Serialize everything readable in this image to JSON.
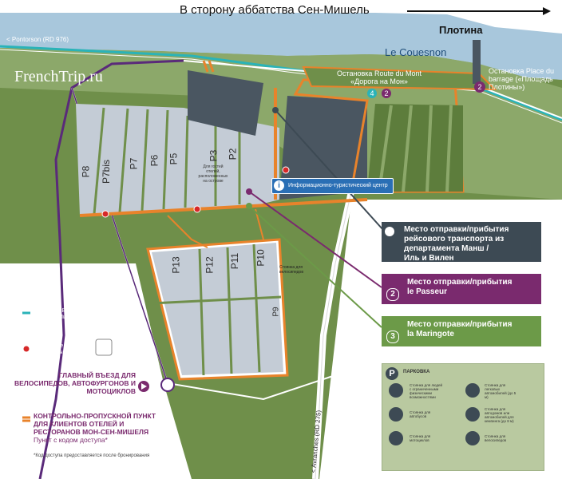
{
  "header": {
    "direction_text": "В сторону аббатства Сен-Мишель"
  },
  "logo": {
    "text": "FrenchTrip.ru"
  },
  "roads": {
    "pontorson": "< Pontorson (RD 976)",
    "avranches": "< Avranches (RD 275)"
  },
  "places": {
    "dam": "Плотина",
    "river": "Le Couesnon",
    "stop_route_line1": "Остановка Route du Mont",
    "stop_route_line2": "«Дорога на Мон»",
    "stop_barrage_line1": "Остановка Place du",
    "stop_barrage_line2": "barrage («Площадь",
    "stop_barrage_line3": "Плотины»)",
    "stop_route_badges": [
      "4",
      "2"
    ],
    "stop_barrage_badge": "2",
    "info_center": "Информационно-туристический центр",
    "hotel_guests_line1": "Для гостей",
    "hotel_guests_line2": "отелей,",
    "hotel_guests_line3": "расположенных",
    "hotel_guests_line4": "на острове",
    "bike_parking_line1": "Стоянка для",
    "bike_parking_line2": "велосипедов"
  },
  "parkings": {
    "top": [
      "P8",
      "P7bis",
      "P7",
      "P6",
      "P5",
      "P3",
      "P2"
    ],
    "bottom": [
      "P13",
      "P12",
      "P11",
      "P10",
      "P9"
    ]
  },
  "panels": {
    "bus_line1": "Место отправки/прибытия",
    "bus_line2": "рейсового транспорта из",
    "bus_line3": "департамента Манш /",
    "bus_line4": "Иль и Вилен",
    "passeur_line1": "Место отправки/прибытия",
    "passeur_line2": "le Passeur",
    "passeur_num": "2",
    "maringote_line1": "Место отправки/прибытия",
    "maringote_line2": "la Maringote",
    "maringote_num": "3"
  },
  "legend": {
    "route_line1": "Маршрут «Вокзал г. Понторсон –",
    "route_line2": "Мон-Сен-Мишеля»",
    "terminals_line1": "Платежные",
    "terminals_line2": "терминалы",
    "entry_line1": "ГЛАВНЫЙ ВЪЕЗД ДЛЯ",
    "entry_line2": "ВЕЛОСИПЕДОВ, АВТОФУРГОНОВ И",
    "entry_line3": "МОТОЦИКЛОВ",
    "checkpoint_line1": "КОНТРОЛЬНО-ПРОПУСКНОЙ ПУНКТ",
    "checkpoint_line2": "ДЛЯ КЛИЕНТОВ ОТЕЛЕЙ И",
    "checkpoint_line3": "РЕСТОРАНОВ МОН-СЕН-МИШЕЛЯ",
    "checkpoint_line4": "Пункт с кодом доступа*",
    "footnote": "*Код доступа предоставляется после бронирования"
  },
  "parking_panel": {
    "title": "ПАРКОВКА",
    "items": [
      "Стоянка для людей с ограниченными физическими возможностями",
      "Стоянка для легковых автомобилей (до 5 м)",
      "Стоянка для автобусов",
      "Стоянка для автодомов или автомобилей для кемпинга (до 8 м)",
      "Стоянка для мотоциклов",
      "Стоянка для велосипедов"
    ]
  },
  "colors": {
    "grass": "#6f8f4a",
    "lot": "#c4ccd6",
    "orange": "#e8832b",
    "purple": "#7a2a6e",
    "teal": "#2ab3b8",
    "dark_panel": "#3d4a54",
    "green_panel": "#6c9a48"
  }
}
